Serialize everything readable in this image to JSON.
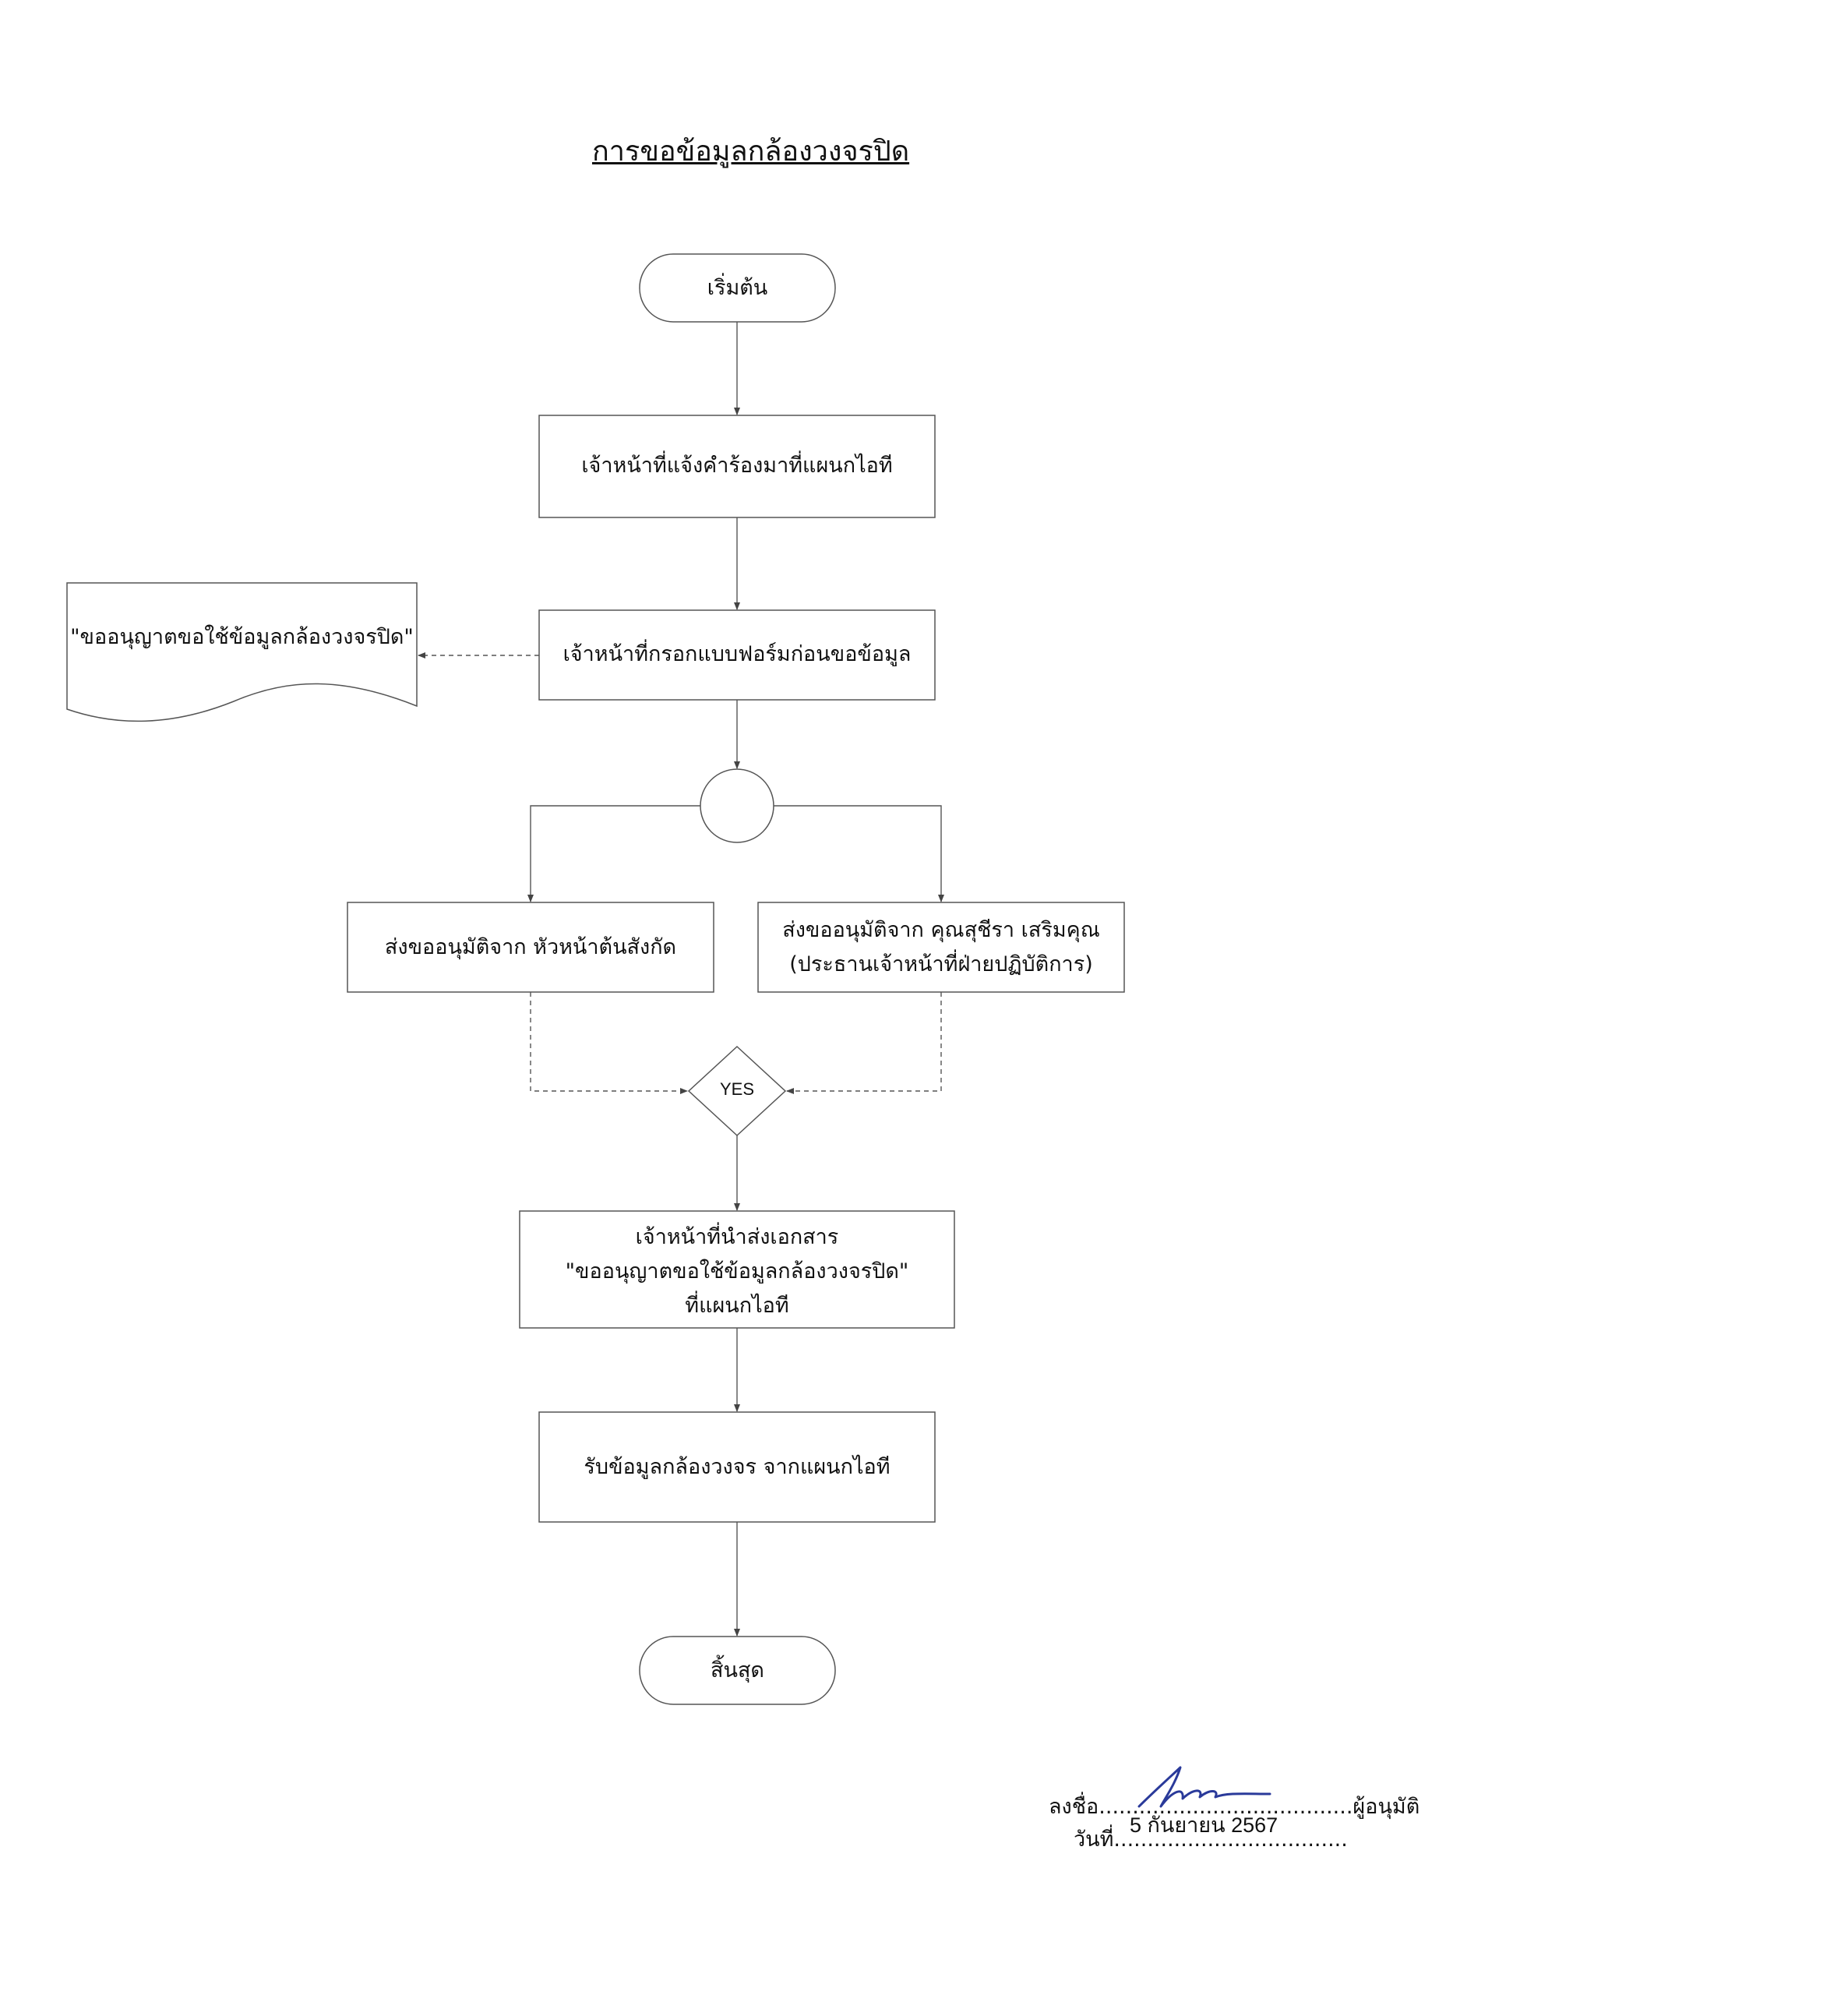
{
  "title": "การขอข้อมูลกล้องวงจรปิด",
  "nodes": {
    "start": "เริ่มต้น",
    "step1": "เจ้าหน้าที่แจ้งคำร้องมาที่แผนกไอที",
    "step2": "เจ้าหน้าที่กรอกแบบฟอร์มก่อนขอข้อมูล",
    "document": "\"ขออนุญาตขอใช้ข้อมูลกล้องวงจรปิด\"",
    "approve_left": "ส่งขออนุมัติจาก หัวหน้าต้นสังกัด",
    "approve_right_line1": "ส่งขออนุมัติจาก คุณสุชีรา เสริมคุณ",
    "approve_right_line2": "(ประธานเจ้าหน้าที่ฝ่ายปฏิบัติการ)",
    "decision": "YES",
    "step4_line1": "เจ้าหน้าที่นำส่งเอกสาร",
    "step4_line2": "\"ขออนุญาตขอใช้ข้อมูลกล้องวงจรปิด\"",
    "step4_line3": "ที่แผนกไอที",
    "step5": "รับข้อมูลกล้องวงจร จากแผนกไอที",
    "end": "สิ้นสุด"
  },
  "signature": {
    "sign_label": "ลงชื่อ",
    "dots1": "......................................",
    "role": "ผู้อนุมัติ",
    "date_label": "วันที่",
    "dots2": "...................................",
    "date_value": "5 กันยายน 2567"
  }
}
